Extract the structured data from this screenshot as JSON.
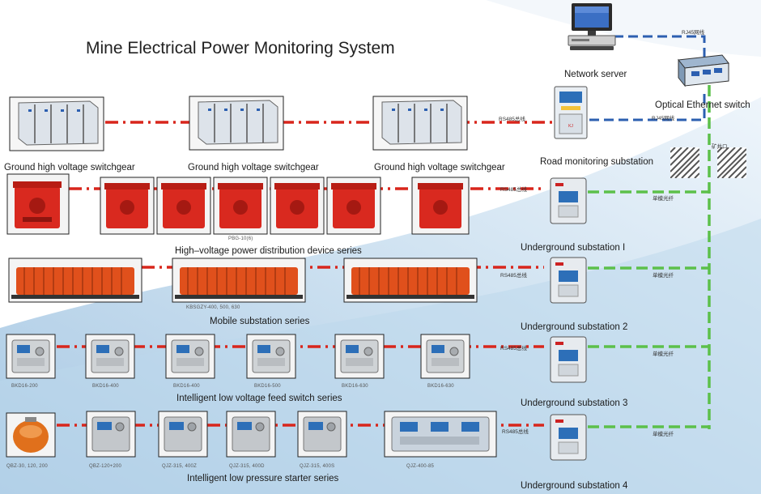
{
  "title": "Mine Electrical Power Monitoring System",
  "labels": {
    "network_server": "Network server",
    "optical_switch": "Optical Ethernet switch",
    "road_substation": "Road monitoring substation",
    "sub1": "Underground substation I",
    "sub2": "Underground substation 2",
    "sub3": "Underground substation 3",
    "sub4": "Underground substation 4",
    "gsw1": "Ground high voltage switchgear",
    "gsw2": "Ground high voltage switchgear",
    "gsw3": "Ground high voltage switchgear",
    "hv_series": "High–voltage power distribution device series",
    "mobile_series": "Mobile substation series",
    "feed_series": "Intelligent low voltage feed switch series",
    "starter_series": "Intelligent low pressure starter series"
  },
  "tags": {
    "rj45_top": "RJ45网线",
    "rj45_mid": "RJ45网线",
    "rs485_road": "RS485总线",
    "rs485_sub1": "RS485总线",
    "rs485_sub2": "RS485总线",
    "rs485_sub3": "RS485总线",
    "rs485_sub4": "RS485总线",
    "fiber1": "单模光纤",
    "fiber2": "单模光纤",
    "fiber3": "单模光纤",
    "fiber4": "单模光纤",
    "shaft": "矿井口"
  },
  "models": {
    "hv_model": "PBG-10(6)",
    "mobile_model": "KBSGZY-400, 500, 630",
    "feed": [
      "BKD16-200",
      "BKD16-400",
      "BKD16-400",
      "BKD16-500",
      "BKD16-630",
      "BKD16-630"
    ],
    "starter": [
      "QBZ-30, 120, 200",
      "QBZ-120+200",
      "QJZ-315, 400Z",
      "QJZ-315, 400D",
      "QJZ-315, 400S",
      "QJZ-400-85"
    ]
  },
  "colors": {
    "red_line": "#d8261c",
    "green_line": "#5cc04a",
    "blue_line": "#2c5fb0",
    "device_red": "#d9291f",
    "device_orange": "#e0501c",
    "background_blue": "#c7def0"
  }
}
